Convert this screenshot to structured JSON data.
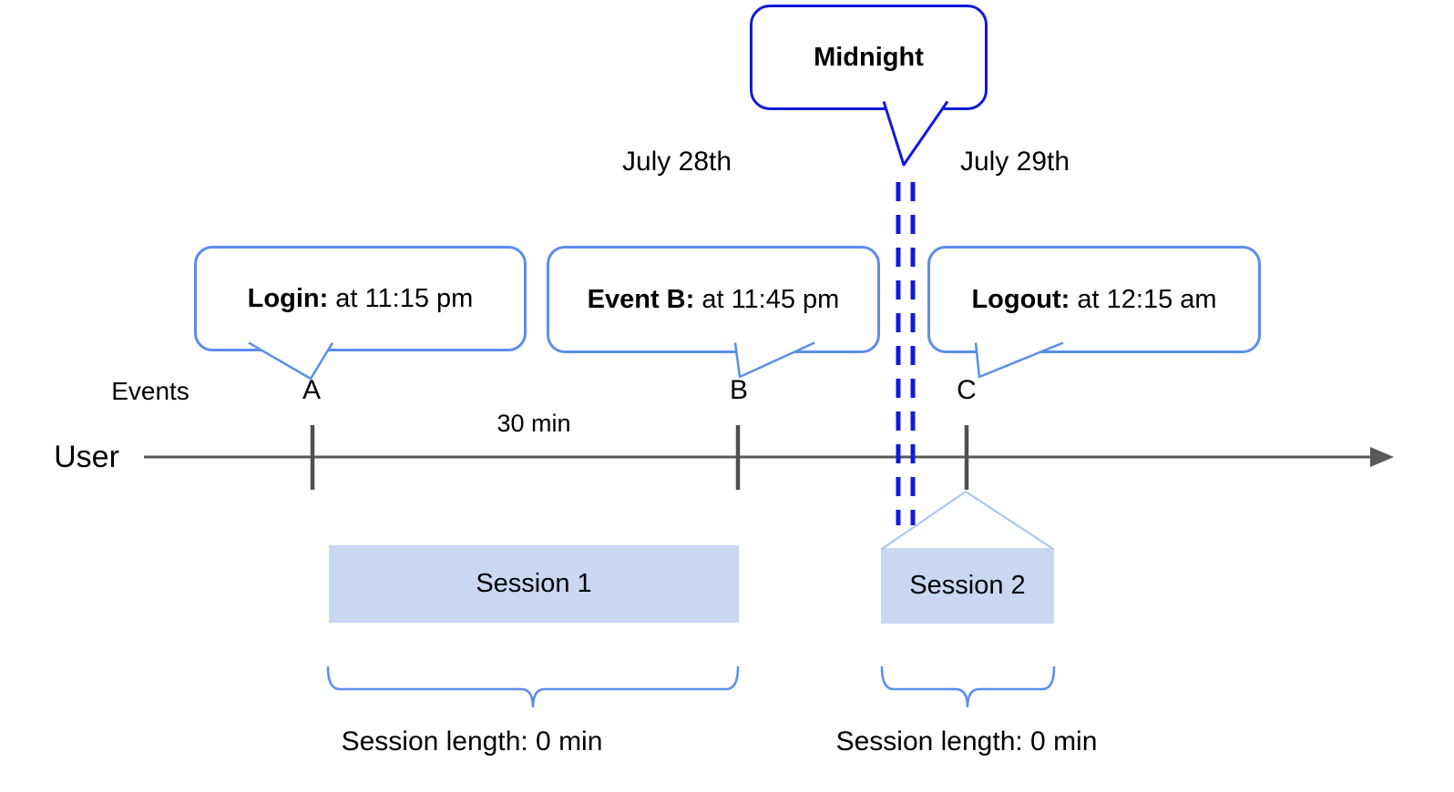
{
  "colors": {
    "bubble_border": "#5c8deb",
    "midnight_blue": "#1318dd",
    "session_fill": "#c9d7f3",
    "funnel_line": "#a8c4f0",
    "timeline": "#595959"
  },
  "midnight_bubble": {
    "label": "Midnight"
  },
  "dates": {
    "left": "July 28th",
    "right": "July 29th"
  },
  "axis": {
    "events_label": "Events",
    "user_label": "User",
    "interval_label": "30 min",
    "markers": {
      "a": "A",
      "b": "B",
      "c": "C"
    }
  },
  "event_bubbles": {
    "login": {
      "bold": "Login:",
      "rest": " at 11:15 pm"
    },
    "event_b": {
      "bold": "Event B:",
      "rest": " at 11:45 pm"
    },
    "logout": {
      "bold": "Logout:",
      "rest": " at 12:15 am"
    }
  },
  "sessions": {
    "s1": {
      "label": "Session 1",
      "length_label": "Session length: 0 min"
    },
    "s2": {
      "label": "Session 2",
      "length_label": "Session length: 0 min"
    }
  }
}
